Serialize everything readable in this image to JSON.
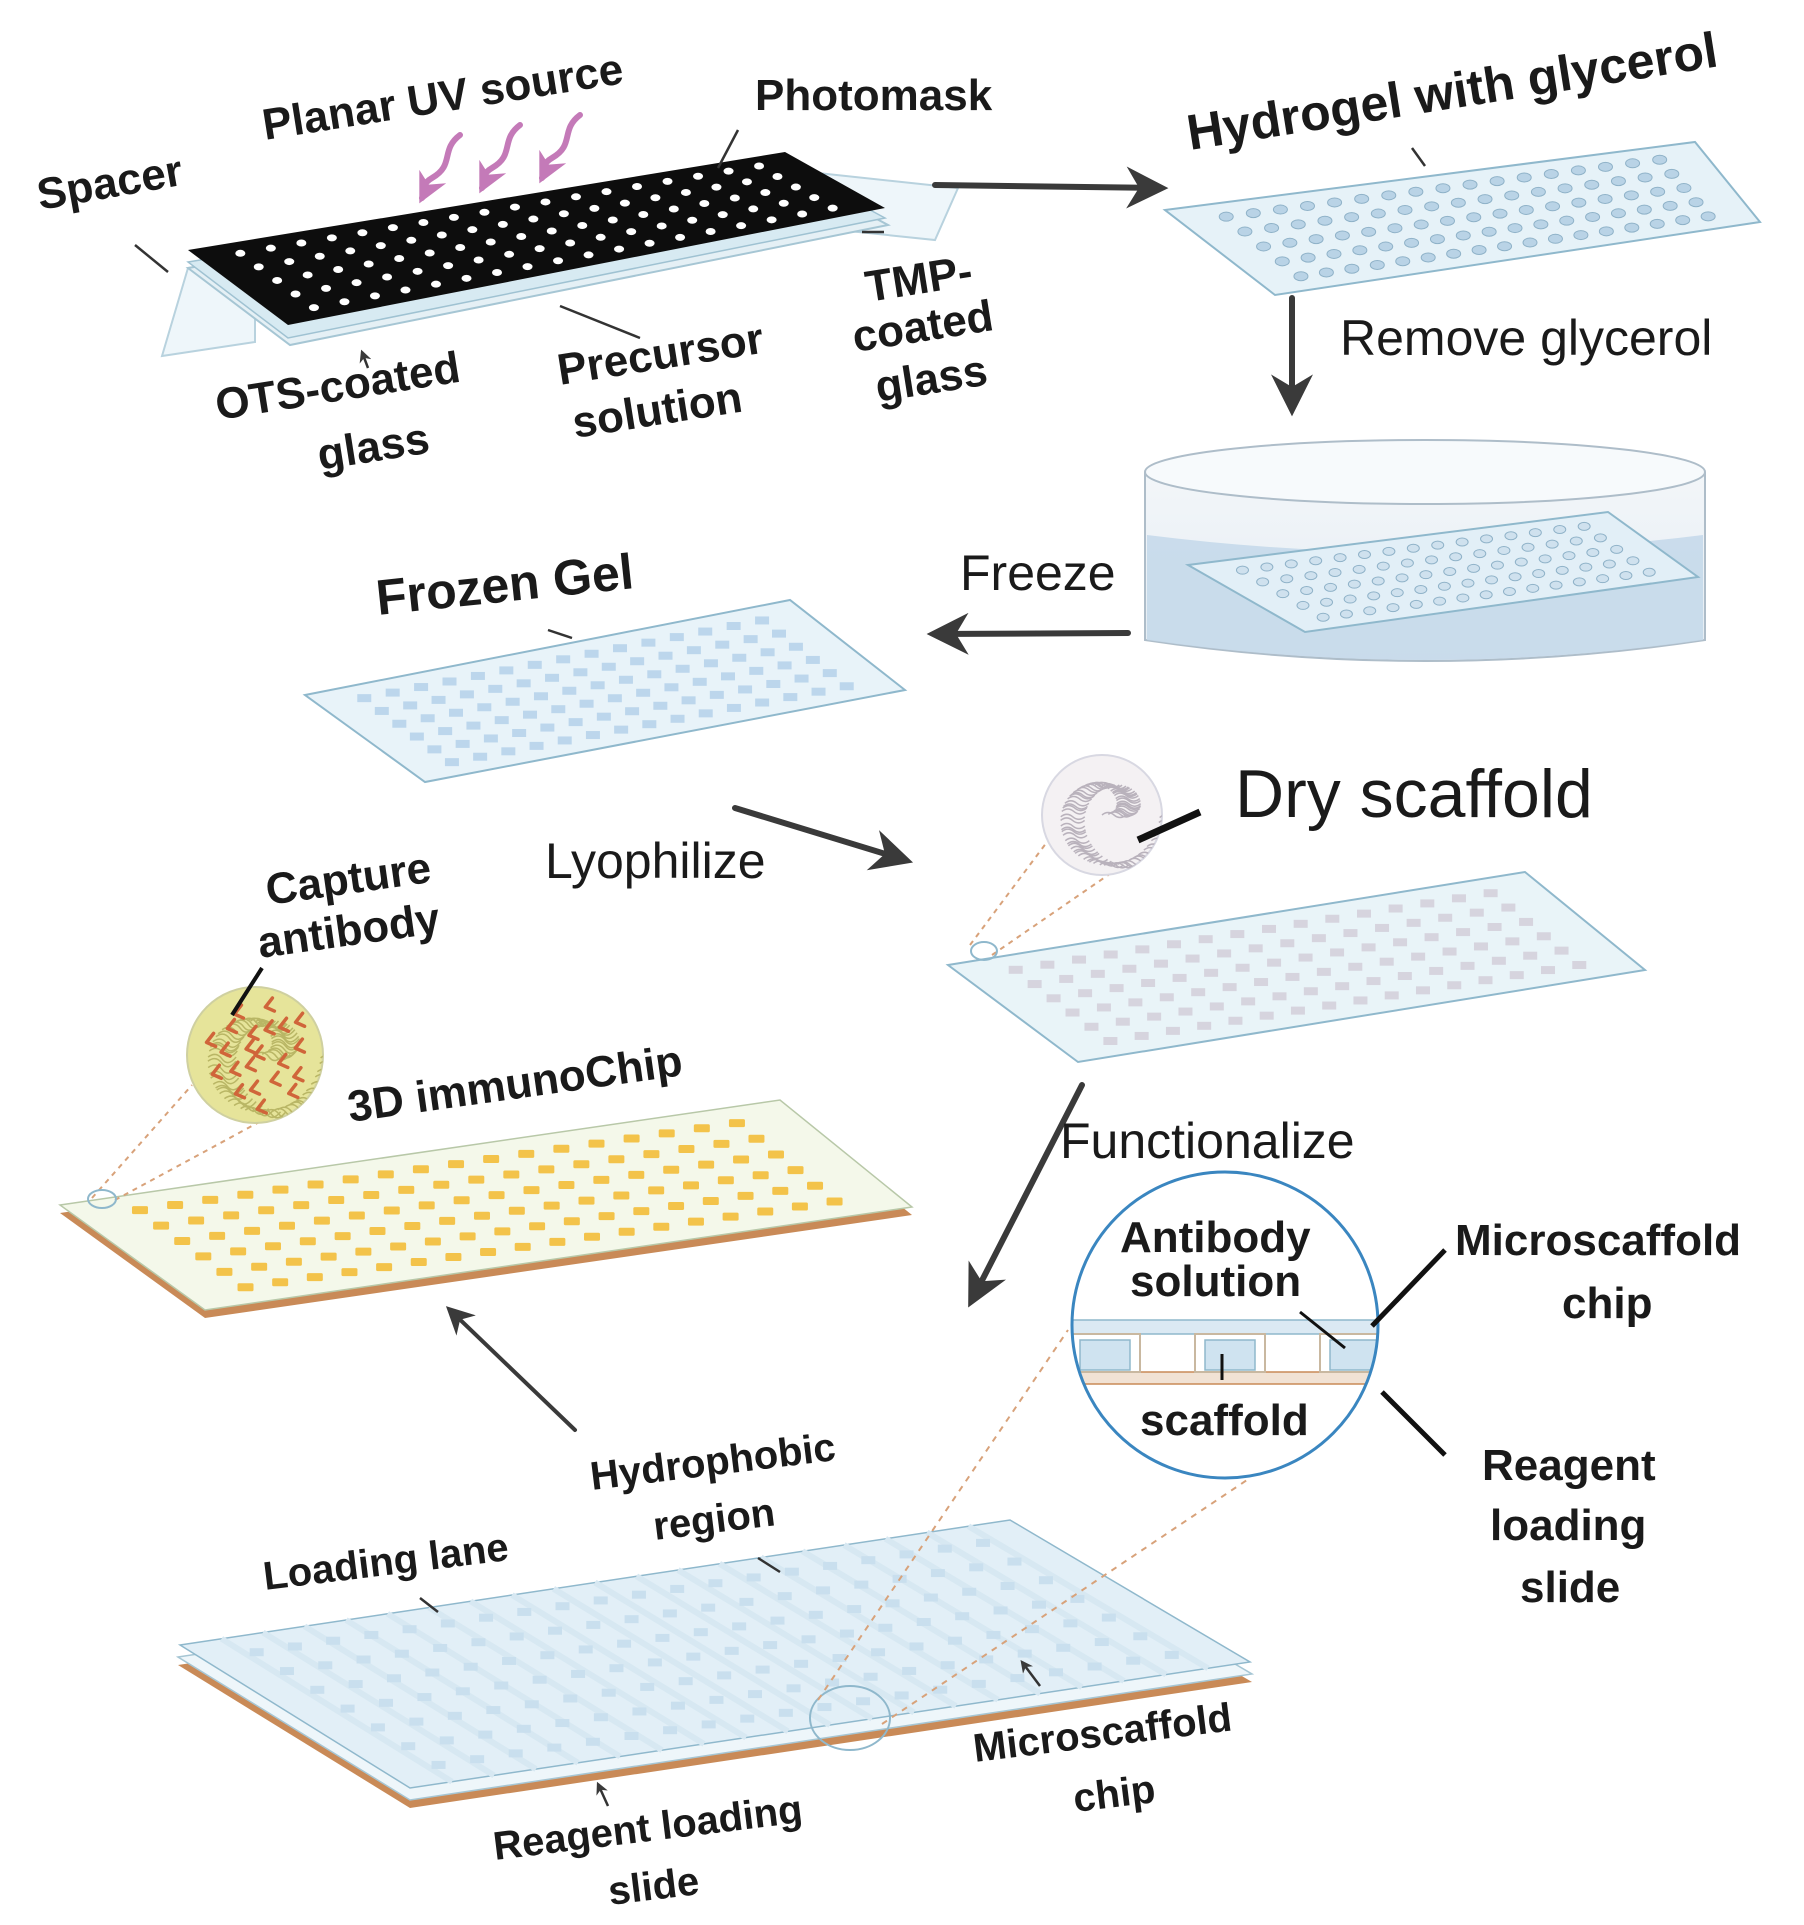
{
  "labels": {
    "spacer": "Spacer",
    "planar_uv": "Planar UV source",
    "photomask": "Photomask",
    "tmp_1": "TMP-",
    "tmp_2": "coated",
    "tmp_3": "glass",
    "ots_1": "OTS-coated",
    "ots_2": "glass",
    "precursor_1": "Precursor",
    "precursor_2": "solution",
    "hydrogel": "Hydrogel with glycerol",
    "remove_glycerol": "Remove glycerol",
    "freeze": "Freeze",
    "frozen_gel": "Frozen Gel",
    "lyophilize": "Lyophilize",
    "dry_scaffold": "Dry scaffold",
    "capture_1": "Capture",
    "capture_2": "antibody",
    "immunochip": "3D immunoChip",
    "functionalize": "Functionalize",
    "antibody_1": "Antibody",
    "antibody_2": "solution",
    "scaffold": "scaffold",
    "micro_top_1": "Microscaffold",
    "micro_top_2": "chip",
    "reagent_r_1": "Reagent",
    "reagent_r_2": "loading",
    "reagent_r_3": "slide",
    "hydrophobic_1": "Hydrophobic",
    "hydrophobic_2": "region",
    "loading_lane": "Loading lane",
    "micro_bot_1": "Microscaffold",
    "micro_bot_2": "chip",
    "reagent_b_1": "Reagent loading",
    "reagent_b_2": "slide"
  },
  "colors": {
    "photomask": "#0d0d0d",
    "slide_fill": "#e6f2f8",
    "slide_edge": "#8fb8cc",
    "gel_dot": "#b9d3e6",
    "frozen_dot": "#bcd6ec",
    "dry_dot": "#d6d4de",
    "chip_dot": "#f3c34a",
    "chip_fill": "#f4f8ea",
    "copper": "#c98a57",
    "arrow": "#3a3a3a",
    "uv_arrow": "#c47ab8",
    "water": "#c5d9ea",
    "circle_edge": "#3a86c0",
    "guide": "#d8a27a",
    "capture_fill": "#e6e49a",
    "capture_mark": "#d0653a"
  }
}
